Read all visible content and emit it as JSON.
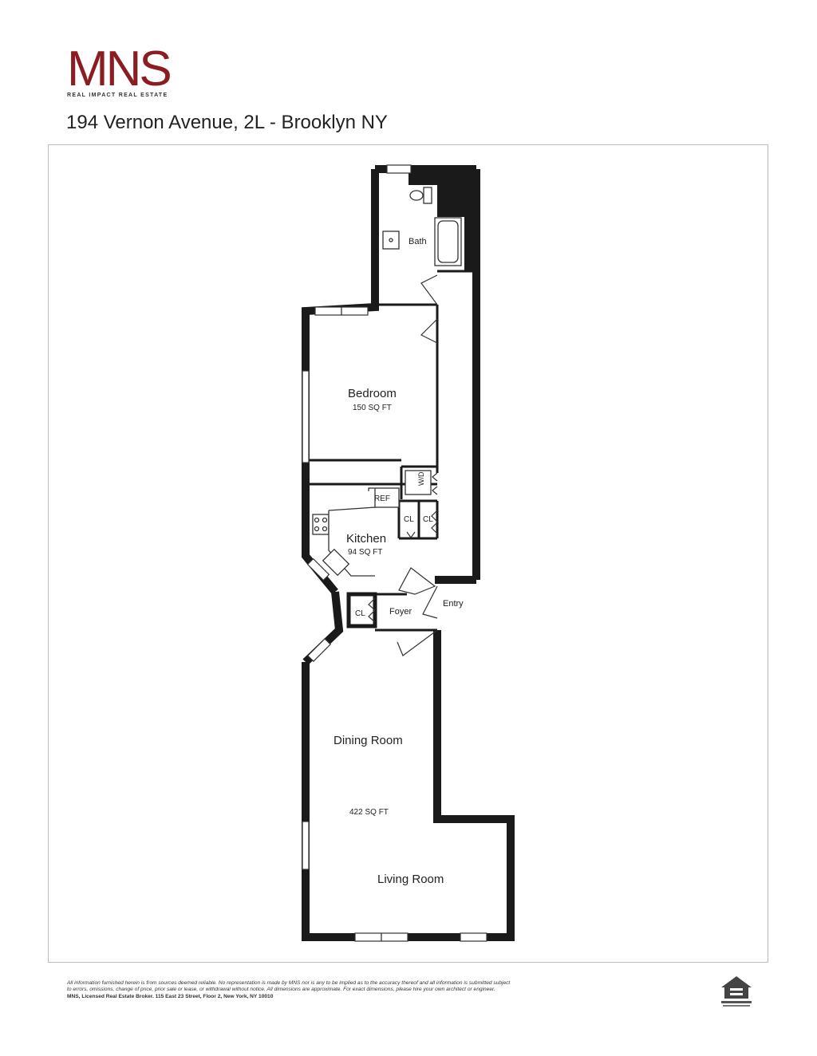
{
  "logo": {
    "mark": "MNS",
    "tagline": "REAL IMPACT REAL ESTATE",
    "color": "#8b1d22"
  },
  "title": "194 Vernon Avenue, 2L - Brooklyn NY",
  "floorplan": {
    "rooms": {
      "bath": {
        "name": "Bath"
      },
      "bedroom": {
        "name": "Bedroom",
        "area": "150 SQ FT"
      },
      "kitchen": {
        "name": "Kitchen",
        "area": "94 SQ FT"
      },
      "foyer": {
        "name": "Foyer"
      },
      "entry": {
        "name": "Entry"
      },
      "dining": {
        "name": "Dining Room"
      },
      "living": {
        "name": "Living Room"
      },
      "living_dining_area": "422 SQ FT"
    },
    "fixtures": {
      "refrigerator": "REF",
      "washer_dryer": "W/D",
      "closet": "CL"
    }
  },
  "disclaimer": {
    "line1": "All information furnished herein is from sources deemed reliable. No representation is made by MNS nor is any to be implied as to the accuracy thereof and all information is submitted subject",
    "line2": "to errors, omissions, change of price, prior sale or lease, or withdrawal without notice. All dimensions are approximate. For exact dimensions, please hire your own architect or engineer.",
    "line3": "MNS, Licensed Real Estate Broker. 115 East 23 Street, Floor 2, New York, NY 10010"
  },
  "equal_housing_icon": "equal-housing-opportunity-icon"
}
